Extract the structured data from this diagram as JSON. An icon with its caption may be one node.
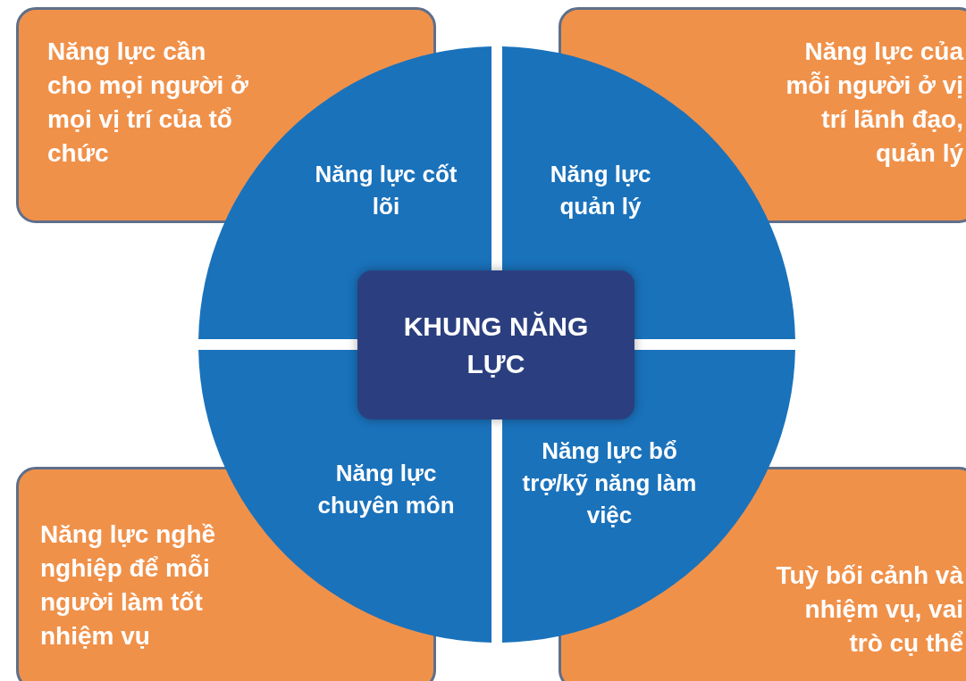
{
  "diagram": {
    "nodes": [
      {
        "text": [
          "Năng lực cần cho mọi người ở mọi vị trí của tổ chức"
        ]
      },
      {
        "text": [
          "Năng lực của mỗi người ở vị trí lãnh đạo, quản lý"
        ]
      },
      {
        "text": [
          "Năng lực cốt lõi"
        ]
      },
      {
        "text": [
          "Năng lực quản lý"
        ]
      },
      {
        "text": [
          "KHUNG NĂNG LỰC"
        ]
      },
      {
        "text": [
          "Năng lực chuyên môn"
        ]
      },
      {
        "text": [
          "Năng lực bổ trợ/kỹ năng làm việc"
        ]
      },
      {
        "text": [
          "Năng lực nghề nghiệp để mỗi người làm tốt nhiệm vụ"
        ]
      },
      {
        "text": [
          "Tuỳ bối cảnh và nhiệm vụ, vai trò cụ thể"
        ]
      }
    ]
  }
}
